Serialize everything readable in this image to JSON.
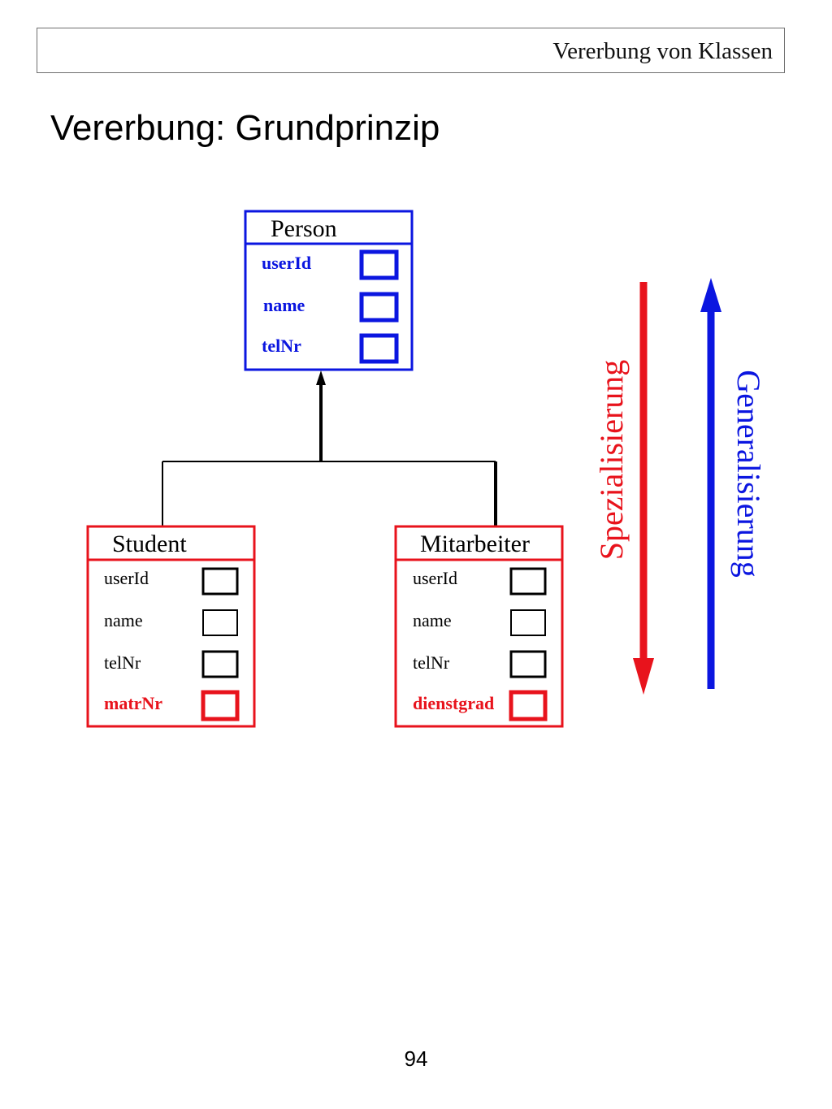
{
  "header": {
    "title": "Vererbung von Klassen"
  },
  "slide": {
    "title": "Vererbung: Grundprinzip",
    "page_number": "94"
  },
  "colors": {
    "parent": "#0b16e0",
    "child": "#e8131c",
    "neutral": "#000000"
  },
  "diagram": {
    "parent": {
      "name": "Person",
      "attributes": [
        "userId",
        "name",
        "telNr"
      ]
    },
    "children": [
      {
        "name": "Student",
        "inherited": [
          "userId",
          "name",
          "telNr"
        ],
        "own": "matrNr"
      },
      {
        "name": "Mitarbeiter",
        "inherited": [
          "userId",
          "name",
          "telNr"
        ],
        "own": "dienstgrad"
      }
    ],
    "arrows": {
      "down_label": "Spezialisierung",
      "up_label": "Generalisierung"
    }
  }
}
